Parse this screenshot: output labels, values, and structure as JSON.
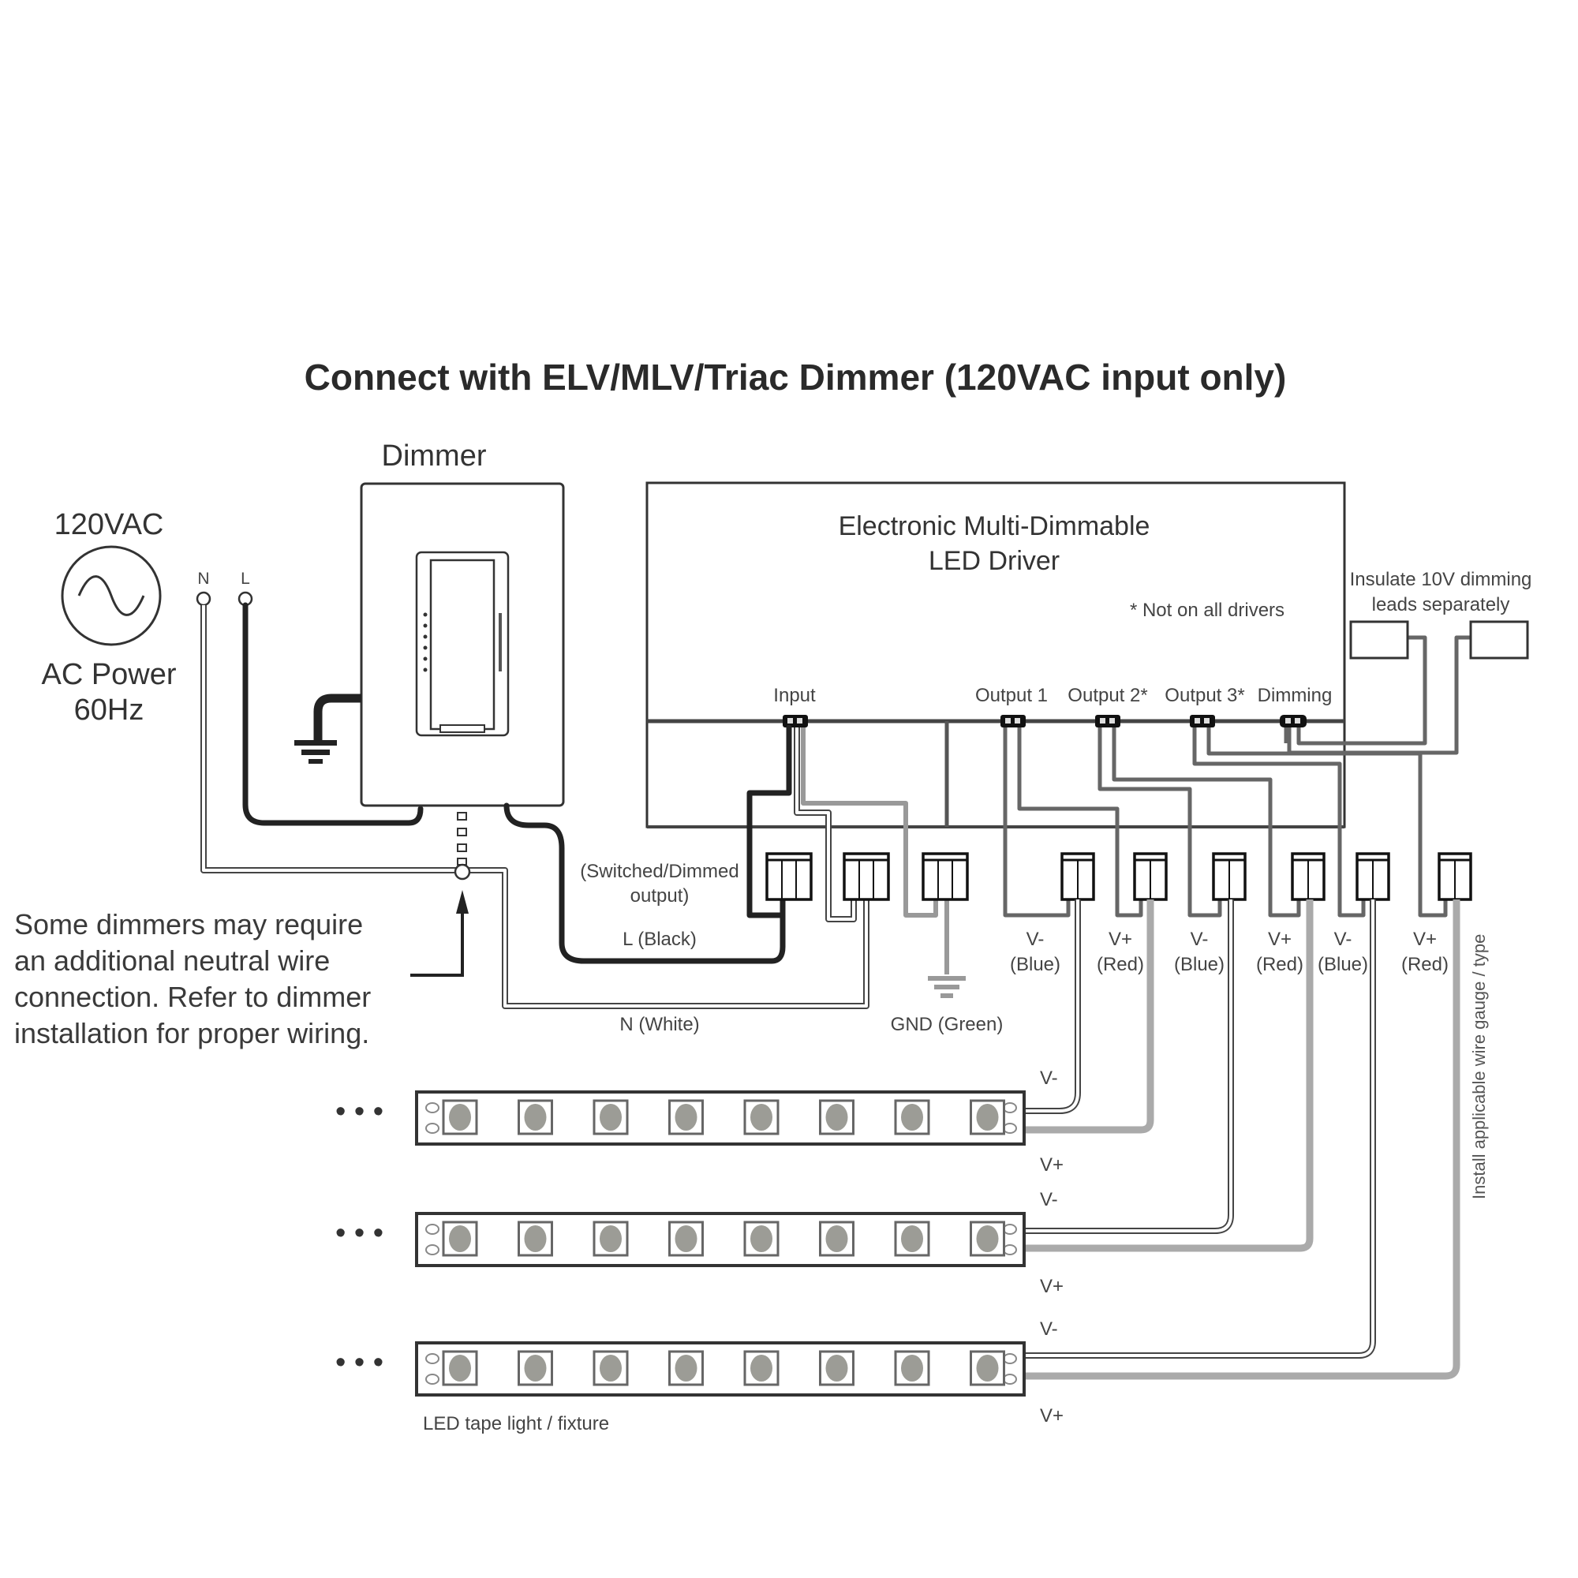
{
  "title": "Connect with ELV/MLV/Triac Dimmer (120VAC input only)",
  "power_source": {
    "voltage_label": "120VAC",
    "icon": "ac-sine-wave-icon",
    "type_label": "AC Power",
    "frequency_label": "60Hz",
    "terminals": [
      "N",
      "L"
    ]
  },
  "dimmer": {
    "label": "Dimmer",
    "ground_icon": "ground-icon"
  },
  "driver": {
    "title_line1": "Electronic Multi-Dimmable",
    "title_line2": "LED Driver",
    "footnote": "* Not on all drivers",
    "ports": [
      "Input",
      "Output 1",
      "Output 2*",
      "Output 3*",
      "Dimming"
    ]
  },
  "dimming_note": {
    "line1": "Insulate 10V dimming",
    "line2": "leads separately"
  },
  "input_wiring": {
    "switched_label_line1": "(Switched/Dimmed",
    "switched_label_line2": "output)",
    "line_label": "L (Black)",
    "neutral_label": "N (White)",
    "ground_label": "GND (Green)"
  },
  "output_wiring": [
    {
      "polarity": "V-",
      "color": "(Blue)"
    },
    {
      "polarity": "V+",
      "color": "(Red)"
    },
    {
      "polarity": "V-",
      "color": "(Blue)"
    },
    {
      "polarity": "V+",
      "color": "(Red)"
    },
    {
      "polarity": "V-",
      "color": "(Blue)"
    },
    {
      "polarity": "V+",
      "color": "(Red)"
    }
  ],
  "neutral_note": {
    "line1": "Some dimmers may require",
    "line2": "an additional neutral wire",
    "line3": "connection. Refer to dimmer",
    "line4": "installation for proper wiring."
  },
  "wire_gauge_note": "Install applicable wire gauge / type",
  "led_strips": [
    {
      "continuation": "• • •",
      "neg_label": "V-",
      "pos_label": "V+",
      "led_count": 8
    },
    {
      "continuation": "• • •",
      "neg_label": "V-",
      "pos_label": "V+",
      "led_count": 8
    },
    {
      "continuation": "• • •",
      "neg_label": "V-",
      "pos_label": "V+",
      "led_count": 8
    }
  ],
  "led_strip_caption": "LED tape light / fixture"
}
